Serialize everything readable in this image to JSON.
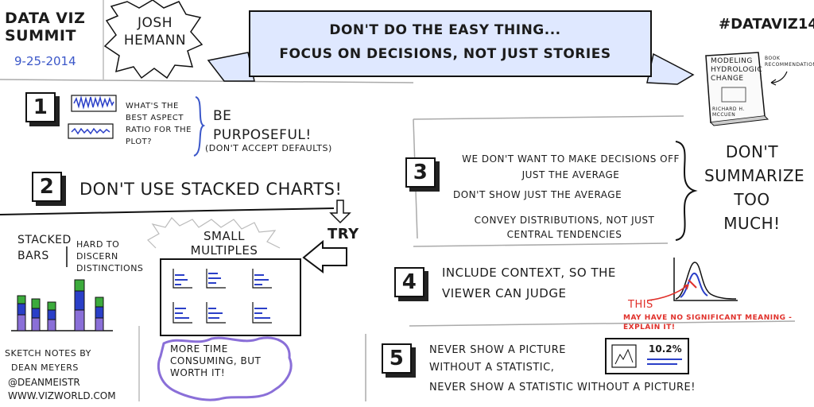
{
  "header": {
    "event_title": "DATA VIZ SUMMIT",
    "event_date": "9-25-2014",
    "speaker": "JOSH HEMANN",
    "banner_line1": "DON'T DO THE EASY THING...",
    "banner_line2": "FOCUS ON DECISIONS, NOT JUST STORIES",
    "hashtag": "#DATAVIZ14"
  },
  "book": {
    "title": "MODELING HYDROLOGIC CHANGE",
    "author": "RICHARD H. MCCUEN",
    "note": "BOOK RECOMMENDATION"
  },
  "point1": {
    "number": "1",
    "question": "WHAT'S THE BEST ASPECT RATIO FOR THE PLOT?",
    "answer": "BE PURPOSEFUL!",
    "aside": "(DON'T ACCEPT DEFAULTS)"
  },
  "point2": {
    "number": "2",
    "heading": "DON'T USE STACKED CHARTS!",
    "stacked_label": "STACKED BARS",
    "stacked_note": "HARD TO DISCERN DISTINCTIONS",
    "try_label": "TRY",
    "small_multiples_label": "SMALL MULTIPLES",
    "small_multiples_note": "MORE TIME CONSUMING, BUT WORTH IT!"
  },
  "point3": {
    "number": "3",
    "line1": "WE DON'T WANT TO MAKE DECISIONS OFF JUST THE AVERAGE",
    "line2": "DON'T SHOW JUST THE AVERAGE",
    "line3": "CONVEY DISTRIBUTIONS, NOT JUST CENTRAL TENDENCIES",
    "summary": "DON'T SUMMARIZE TOO MUCH!"
  },
  "point4": {
    "number": "4",
    "line1": "INCLUDE CONTEXT, SO THE VIEWER CAN JUDGE",
    "callout": "THIS",
    "callout_note": "MAY HAVE NO SIGNIFICANT MEANING - EXPLAIN IT!"
  },
  "point5": {
    "number": "5",
    "line1": "NEVER SHOW A PICTURE WITHOUT A STATISTIC,",
    "line2": "NEVER SHOW A STATISTIC WITHOUT A PICTURE!",
    "stat_value": "10.2%"
  },
  "credits": {
    "line1": "SKETCH NOTES BY",
    "line2": "DEAN MEYERS",
    "line3": "@DEANMEISTR",
    "line4": "WWW.VIZWORLD.COM"
  },
  "colors": {
    "ink": "#1b1b1b",
    "accent_blue": "#2a3fc8",
    "accent_green": "#3cab3c",
    "accent_purple": "#8a6fd8",
    "accent_red": "#e0302a",
    "banner_fill": "#dfe8ff"
  }
}
